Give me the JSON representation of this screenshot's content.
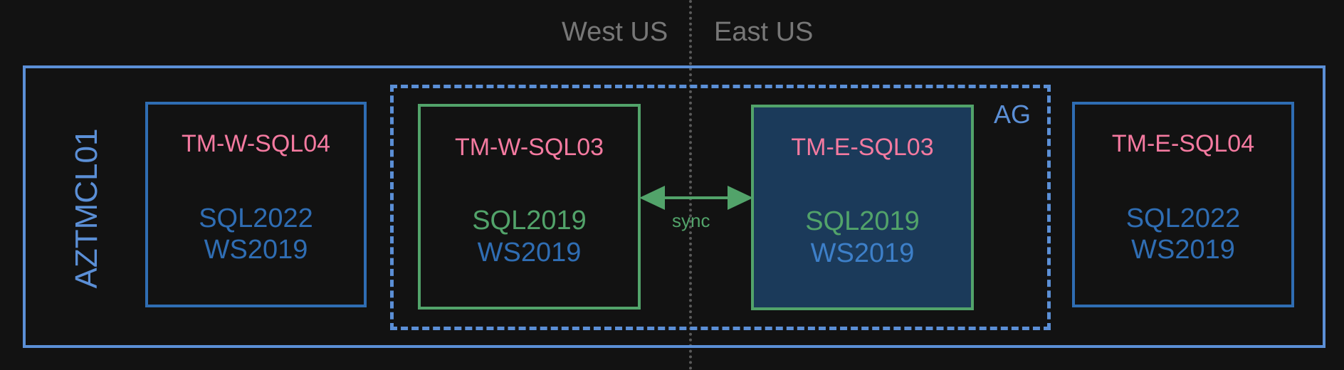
{
  "regions": {
    "west": "West US",
    "east": "East US"
  },
  "cluster": {
    "name": "AZTMCL01"
  },
  "availability_group": {
    "label": "AG"
  },
  "nodes": [
    {
      "name": "TM-W-SQL04",
      "sql": "SQL2022",
      "os": "WS2019"
    },
    {
      "name": "TM-W-SQL03",
      "sql": "SQL2019",
      "os": "WS2019"
    },
    {
      "name": "TM-E-SQL03",
      "sql": "SQL2019",
      "os": "WS2019"
    },
    {
      "name": "TM-E-SQL04",
      "sql": "SQL2022",
      "os": "WS2019"
    }
  ],
  "replication": {
    "label": "sync"
  },
  "colors": {
    "background": "#121212",
    "cluster_border": "#5b8fd6",
    "node_blue": "#2f6db3",
    "node_green": "#52a36a",
    "node_name": "#f47aa0",
    "primary_fill": "#1b3a5a",
    "region_text": "#777777"
  }
}
